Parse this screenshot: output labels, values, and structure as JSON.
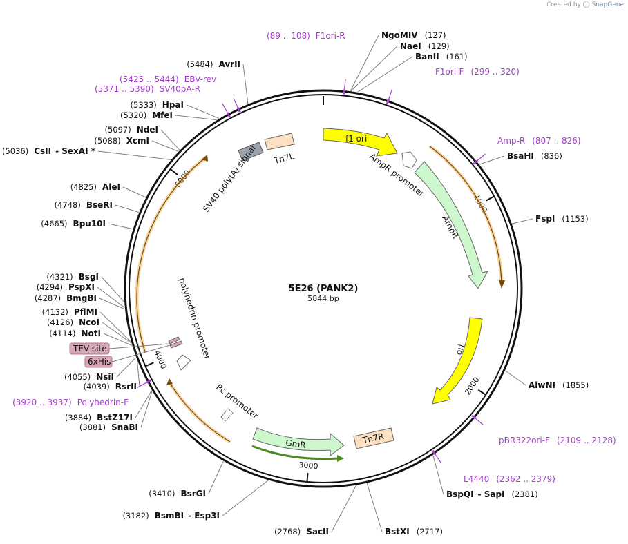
{
  "credit": {
    "prefix": "Created by",
    "brand": "SnapGene"
  },
  "plasmid": {
    "name": "5E26 (PANK2)",
    "length_label": "5844 bp",
    "length_bp": 5844
  },
  "ticks": [
    "1000",
    "2000",
    "3000",
    "4000",
    "5000"
  ],
  "sites": [
    {
      "name": "NgoMIV",
      "pos": "(127)"
    },
    {
      "name": "NaeI",
      "pos": "(129)"
    },
    {
      "name": "BanII",
      "pos": "(161)"
    },
    {
      "name": "BsaHI",
      "pos": "(836)"
    },
    {
      "name": "FspI",
      "pos": "(1153)"
    },
    {
      "name": "AlwNI",
      "pos": "(1855)"
    },
    {
      "name": "BspQI",
      "pos": "(2381)",
      "alt": "SapI"
    },
    {
      "name": "BstXI",
      "pos": "(2717)"
    },
    {
      "name": "SacII",
      "pos": "(2768)"
    },
    {
      "name": "BsmBI",
      "pos": "(3182)",
      "alt": "Esp3I"
    },
    {
      "name": "BsrGI",
      "pos": "(3410)"
    },
    {
      "name": "SnaBI",
      "pos": "(3881)"
    },
    {
      "name": "BstZ17I",
      "pos": "(3884)"
    },
    {
      "name": "RsrII",
      "pos": "(4039)"
    },
    {
      "name": "NsiI",
      "pos": "(4055)"
    },
    {
      "name": "NotI",
      "pos": "(4114)"
    },
    {
      "name": "NcoI",
      "pos": "(4126)"
    },
    {
      "name": "PflMI",
      "pos": "(4132)"
    },
    {
      "name": "BmgBI",
      "pos": "(4287)"
    },
    {
      "name": "PspXI",
      "pos": "(4294)"
    },
    {
      "name": "BsgI",
      "pos": "(4321)"
    },
    {
      "name": "Bpu10I",
      "pos": "(4665)"
    },
    {
      "name": "BseRI",
      "pos": "(4748)"
    },
    {
      "name": "AleI",
      "pos": "(4825)"
    },
    {
      "name": "CsII",
      "pos": "(5036)",
      "alt": "SexAI *"
    },
    {
      "name": "XcmI",
      "pos": "(5088)"
    },
    {
      "name": "NdeI",
      "pos": "(5097)"
    },
    {
      "name": "MfeI",
      "pos": "(5320)"
    },
    {
      "name": "HpaI",
      "pos": "(5333)"
    },
    {
      "name": "AvrII",
      "pos": "(5484)"
    }
  ],
  "primers": [
    {
      "name": "F1ori-R",
      "range": "(89 .. 108)"
    },
    {
      "name": "F1ori-F",
      "range": "(299 .. 320)"
    },
    {
      "name": "Amp-R",
      "range": "(807 .. 826)"
    },
    {
      "name": "pBR322ori-F",
      "range": "(2109 .. 2128)"
    },
    {
      "name": "L4440",
      "range": "(2362 .. 2379)"
    },
    {
      "name": "Polyhedrin-F",
      "range": "(3920 .. 3937)"
    },
    {
      "name": "SV40pA-R",
      "range": "(5371 .. 5390)"
    },
    {
      "name": "EBV-rev",
      "range": "(5425 .. 5444)"
    }
  ],
  "features": {
    "f1_ori": "f1 ori",
    "ampr_promoter": "AmpR promoter",
    "ampr": "AmpR",
    "ori": "ori",
    "gmr": "GmR",
    "tn7r": "Tn7R",
    "pc_promoter": "Pc promoter",
    "polyhedrin_promoter": "polyhedrin promoter",
    "sv40_polya": "SV40 poly(A) signal",
    "tn7l": "Tn7L",
    "tev_site": "TEV site",
    "his6": "6xHis"
  },
  "colors": {
    "primer": "#a23ecb",
    "f1_ori": "#ffff00",
    "ori": "#ffff00",
    "ampr": "#cdf7cd",
    "gmr": "#cdf7cd",
    "tn7": "#fde0c2",
    "sv40": "#9aa3ad",
    "tag": "#d8a6b8",
    "orf_arc": "#e8a13a"
  }
}
